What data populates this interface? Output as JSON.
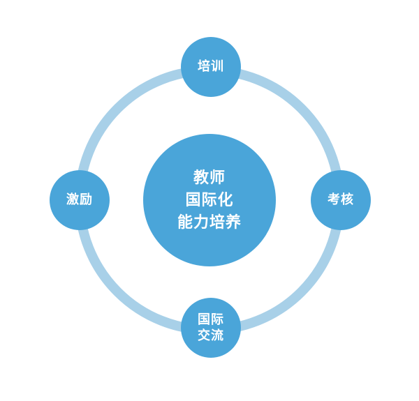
{
  "diagram": {
    "center": {
      "label": "教师\n国际化\n能力培养"
    },
    "nodes": {
      "top": {
        "label": "培训"
      },
      "right": {
        "label": "考核"
      },
      "bottom": {
        "label": "国际\n交流"
      },
      "left": {
        "label": "激励"
      }
    },
    "colors": {
      "primary": "#4AA5D9",
      "ring": "#A8D0E8"
    }
  }
}
